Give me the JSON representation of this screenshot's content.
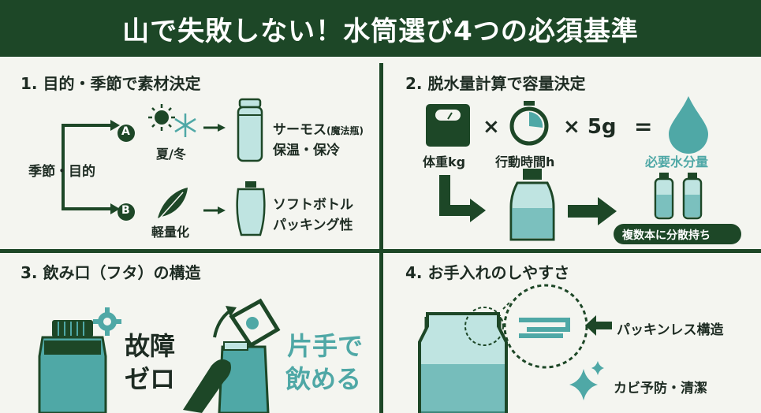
{
  "title": "山で失敗しない！水筒選び4つの必須基準",
  "colors": {
    "dark_green": "#1d4727",
    "teal": "#4fa8a6",
    "light_teal": "#bfe4e1",
    "background": "#f4f5f0"
  },
  "panel1": {
    "heading": "1. 目的・季節で素材決定",
    "root_label": "季節・目的",
    "branch_a": {
      "badge": "A",
      "icon": "sun-snowflake-icon",
      "caption": "夏/冬",
      "icon_result": "vacuum-bottle-icon",
      "result_line1": "サーモス",
      "result_note": "(魔法瓶)",
      "result_line2": "保温・保冷"
    },
    "branch_b": {
      "badge": "B",
      "icon": "feather-icon",
      "caption": "軽量化",
      "icon_result": "soft-bottle-icon",
      "result_line1": "ソフトボトル",
      "result_line2": "パッキング性"
    }
  },
  "panel2": {
    "heading": "2. 脱水量計算で容量決定",
    "op_multiply": "×",
    "op_multiply2": "× 5g",
    "op_equals": "=",
    "weight_label": "体重kg",
    "time_label": "行動時間h",
    "result_label": "必要水分量",
    "split_label": "複数本に分散持ち"
  },
  "panel3": {
    "heading": "3. 飲み口（フタ）の構造",
    "text_breakdown_line1": "故障",
    "text_breakdown_line2": "ゼロ",
    "text_onehand_line1": "片手で",
    "text_onehand_line2": "飲める"
  },
  "panel4": {
    "heading": "4. お手入れのしやすさ",
    "packingless_label": "パッキンレス構造",
    "mold_label": "カビ予防・清潔"
  }
}
